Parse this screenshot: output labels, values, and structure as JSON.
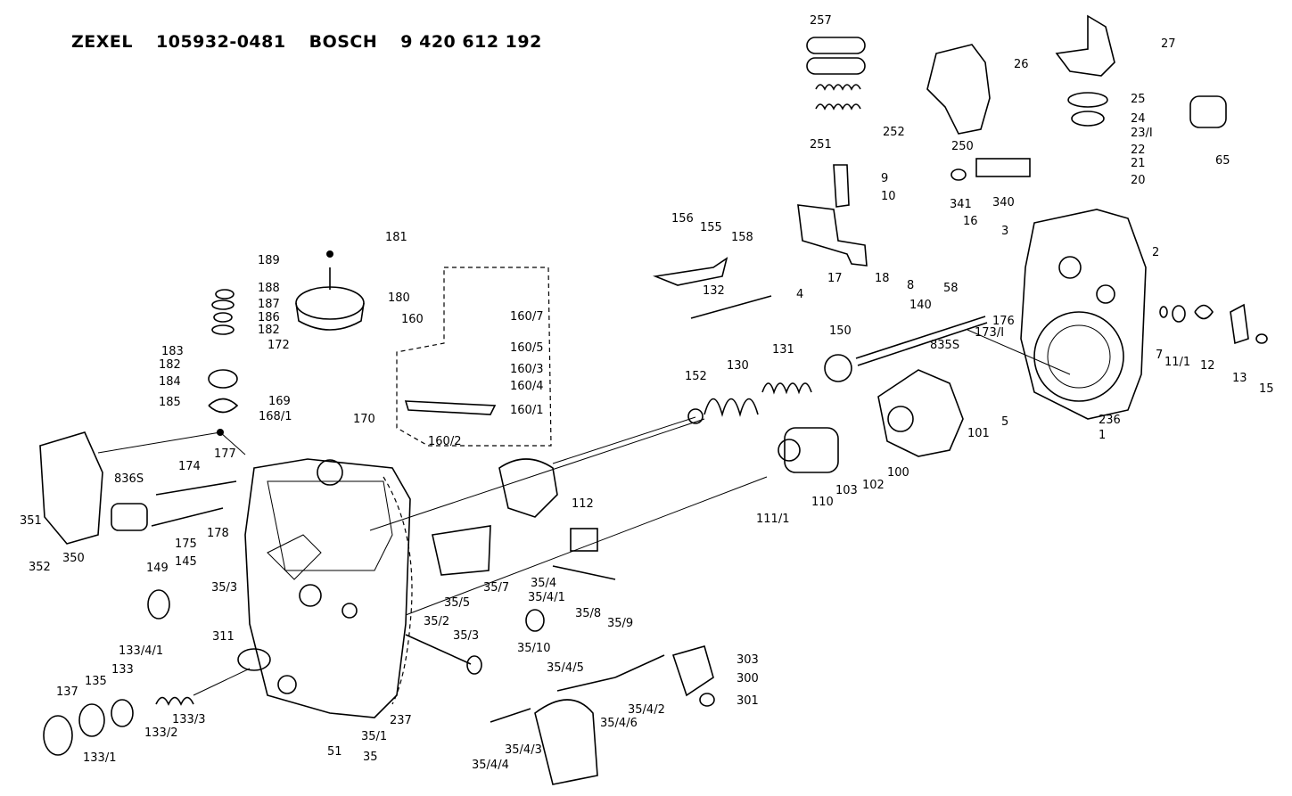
{
  "header": {
    "brand": "ZEXEL",
    "zexel_number": "105932-0481",
    "bosch_label": "BOSCH",
    "bosch_number": "9 420 612 192"
  },
  "callouts": [
    {
      "id": "257",
      "text": "257"
    },
    {
      "id": "252",
      "text": "252"
    },
    {
      "id": "251",
      "text": "251"
    },
    {
      "id": "250",
      "text": "250"
    },
    {
      "id": "26",
      "text": "26"
    },
    {
      "id": "27",
      "text": "27"
    },
    {
      "id": "25",
      "text": "25"
    },
    {
      "id": "24",
      "text": "24"
    },
    {
      "id": "23/1",
      "text": "23/I"
    },
    {
      "id": "22",
      "text": "22"
    },
    {
      "id": "21",
      "text": "21"
    },
    {
      "id": "20",
      "text": "20"
    },
    {
      "id": "65",
      "text": "65"
    },
    {
      "id": "9",
      "text": "9"
    },
    {
      "id": "10",
      "text": "10"
    },
    {
      "id": "341",
      "text": "341"
    },
    {
      "id": "340",
      "text": "340"
    },
    {
      "id": "16",
      "text": "16"
    },
    {
      "id": "3",
      "text": "3"
    },
    {
      "id": "2",
      "text": "2"
    },
    {
      "id": "156",
      "text": "156"
    },
    {
      "id": "155",
      "text": "155"
    },
    {
      "id": "158",
      "text": "158"
    },
    {
      "id": "4",
      "text": "4"
    },
    {
      "id": "132",
      "text": "132"
    },
    {
      "id": "17",
      "text": "17"
    },
    {
      "id": "18",
      "text": "18"
    },
    {
      "id": "8",
      "text": "8"
    },
    {
      "id": "58",
      "text": "58"
    },
    {
      "id": "140",
      "text": "140"
    },
    {
      "id": "176",
      "text": "176"
    },
    {
      "id": "173/1",
      "text": "173/I"
    },
    {
      "id": "835S",
      "text": "835S"
    },
    {
      "id": "150",
      "text": "150"
    },
    {
      "id": "131",
      "text": "131"
    },
    {
      "id": "130",
      "text": "130"
    },
    {
      "id": "152",
      "text": "152"
    },
    {
      "id": "7",
      "text": "7"
    },
    {
      "id": "11/1",
      "text": "11/1"
    },
    {
      "id": "12",
      "text": "12"
    },
    {
      "id": "13",
      "text": "13"
    },
    {
      "id": "15",
      "text": "15"
    },
    {
      "id": "236",
      "text": "236"
    },
    {
      "id": "1",
      "text": "1"
    },
    {
      "id": "5",
      "text": "5"
    },
    {
      "id": "101",
      "text": "101"
    },
    {
      "id": "100",
      "text": "100"
    },
    {
      "id": "102",
      "text": "102"
    },
    {
      "id": "103",
      "text": "103"
    },
    {
      "id": "110",
      "text": "110"
    },
    {
      "id": "111/1",
      "text": "111/1"
    },
    {
      "id": "181",
      "text": "181"
    },
    {
      "id": "189",
      "text": "189"
    },
    {
      "id": "188",
      "text": "188"
    },
    {
      "id": "187",
      "text": "187"
    },
    {
      "id": "186",
      "text": "186"
    },
    {
      "id": "182a",
      "text": "182"
    },
    {
      "id": "183",
      "text": "183"
    },
    {
      "id": "182b",
      "text": "182"
    },
    {
      "id": "184",
      "text": "184"
    },
    {
      "id": "185",
      "text": "185"
    },
    {
      "id": "180",
      "text": "180"
    },
    {
      "id": "172",
      "text": "172"
    },
    {
      "id": "169",
      "text": "169"
    },
    {
      "id": "168/1",
      "text": "168/1"
    },
    {
      "id": "170",
      "text": "170"
    },
    {
      "id": "160",
      "text": "160"
    },
    {
      "id": "160/7",
      "text": "160/7"
    },
    {
      "id": "160/5",
      "text": "160/5"
    },
    {
      "id": "160/3",
      "text": "160/3"
    },
    {
      "id": "160/4",
      "text": "160/4"
    },
    {
      "id": "160/1",
      "text": "160/1"
    },
    {
      "id": "160/2",
      "text": "160/2"
    },
    {
      "id": "836S",
      "text": "836S"
    },
    {
      "id": "174",
      "text": "174"
    },
    {
      "id": "177",
      "text": "177"
    },
    {
      "id": "351",
      "text": "351"
    },
    {
      "id": "352",
      "text": "352"
    },
    {
      "id": "350",
      "text": "350"
    },
    {
      "id": "175",
      "text": "175"
    },
    {
      "id": "178",
      "text": "178"
    },
    {
      "id": "149",
      "text": "149"
    },
    {
      "id": "145",
      "text": "145"
    },
    {
      "id": "35/3a",
      "text": "35/3"
    },
    {
      "id": "311",
      "text": "311"
    },
    {
      "id": "112",
      "text": "112"
    },
    {
      "id": "35/5",
      "text": "35/5"
    },
    {
      "id": "35/7",
      "text": "35/7"
    },
    {
      "id": "35/4",
      "text": "35/4"
    },
    {
      "id": "35/4/1",
      "text": "35/4/1"
    },
    {
      "id": "35/8",
      "text": "35/8"
    },
    {
      "id": "35/9",
      "text": "35/9"
    },
    {
      "id": "35/10",
      "text": "35/10"
    },
    {
      "id": "35/2",
      "text": "35/2"
    },
    {
      "id": "35/3b",
      "text": "35/3"
    },
    {
      "id": "133/4/1",
      "text": "133/4/1"
    },
    {
      "id": "133",
      "text": "133"
    },
    {
      "id": "137",
      "text": "137"
    },
    {
      "id": "135",
      "text": "135"
    },
    {
      "id": "133/1",
      "text": "133/1"
    },
    {
      "id": "133/2",
      "text": "133/2"
    },
    {
      "id": "133/3",
      "text": "133/3"
    },
    {
      "id": "51",
      "text": "51"
    },
    {
      "id": "35/1",
      "text": "35/1"
    },
    {
      "id": "35",
      "text": "35"
    },
    {
      "id": "237",
      "text": "237"
    },
    {
      "id": "35/4/5",
      "text": "35/4/5"
    },
    {
      "id": "35/4/2",
      "text": "35/4/2"
    },
    {
      "id": "35/4/6",
      "text": "35/4/6"
    },
    {
      "id": "35/4/3",
      "text": "35/4/3"
    },
    {
      "id": "35/4/4",
      "text": "35/4/4"
    },
    {
      "id": "303",
      "text": "303"
    },
    {
      "id": "300",
      "text": "300"
    },
    {
      "id": "301",
      "text": "301"
    }
  ]
}
